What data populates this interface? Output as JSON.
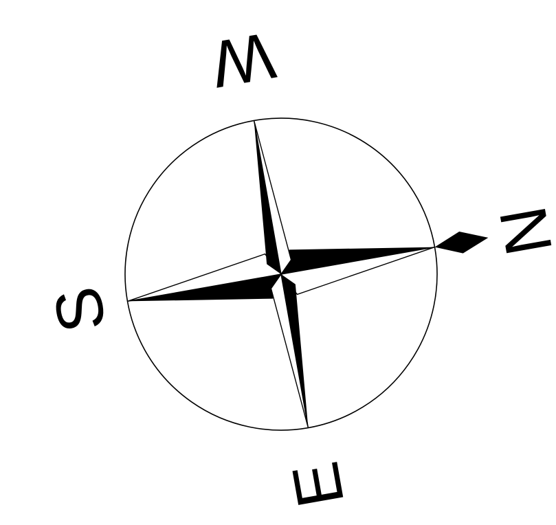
{
  "compass": {
    "labels": {
      "north": "N",
      "south": "S",
      "east": "E",
      "west": "W"
    },
    "colors": {
      "ink": "#000000",
      "background": "#ffffff"
    },
    "rotation_deg": -10
  }
}
